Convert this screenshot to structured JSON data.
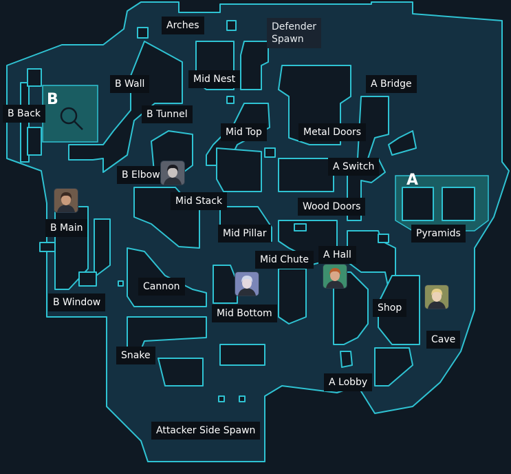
{
  "map": {
    "sites": [
      {
        "key": "b",
        "letter": "B"
      },
      {
        "key": "a",
        "letter": "A"
      }
    ],
    "callouts": [
      {
        "key": "arches",
        "label": "Arches"
      },
      {
        "key": "defender-spawn",
        "label": "Defender\nSpawn"
      },
      {
        "key": "b-wall",
        "label": "B Wall"
      },
      {
        "key": "mid-nest",
        "label": "Mid Nest"
      },
      {
        "key": "a-bridge",
        "label": "A Bridge"
      },
      {
        "key": "b-back",
        "label": "B Back"
      },
      {
        "key": "b-tunnel",
        "label": "B Tunnel"
      },
      {
        "key": "mid-top",
        "label": "Mid Top"
      },
      {
        "key": "metal-doors",
        "label": "Metal Doors"
      },
      {
        "key": "a-switch",
        "label": "A Switch"
      },
      {
        "key": "b-elbow",
        "label": "B Elbow"
      },
      {
        "key": "mid-stack",
        "label": "Mid Stack"
      },
      {
        "key": "wood-doors",
        "label": "Wood Doors"
      },
      {
        "key": "b-main",
        "label": "B Main"
      },
      {
        "key": "mid-pillar",
        "label": "Mid Pillar"
      },
      {
        "key": "pyramids",
        "label": "Pyramids"
      },
      {
        "key": "mid-chute",
        "label": "Mid Chute"
      },
      {
        "key": "a-hall",
        "label": "A Hall"
      },
      {
        "key": "cannon",
        "label": "Cannon"
      },
      {
        "key": "b-window",
        "label": "B Window"
      },
      {
        "key": "shop",
        "label": "Shop"
      },
      {
        "key": "mid-bottom",
        "label": "Mid Bottom"
      },
      {
        "key": "cave",
        "label": "Cave"
      },
      {
        "key": "snake",
        "label": "Snake"
      },
      {
        "key": "a-lobby",
        "label": "A Lobby"
      },
      {
        "key": "attacker-side-spawn",
        "label": "Attacker Side Spawn"
      }
    ],
    "agents": [
      {
        "key": "b-elbow",
        "icon": "agent-portrait-icon",
        "skin": "#c9c2c0",
        "hair": "#1c1c22",
        "accent": "#5a5f6a"
      },
      {
        "key": "b-main",
        "icon": "agent-portrait-icon",
        "skin": "#c99b7c",
        "hair": "#3b2a22",
        "accent": "#6e5a4a"
      },
      {
        "key": "mid-bottom",
        "icon": "agent-portrait-icon",
        "skin": "#e3d8df",
        "hair": "#cfd6ea",
        "accent": "#7b86b8"
      },
      {
        "key": "a-hall",
        "icon": "agent-portrait-icon",
        "skin": "#d8a78a",
        "hair": "#b85c2c",
        "accent": "#3e8f6e"
      },
      {
        "key": "cave",
        "icon": "agent-portrait-icon",
        "skin": "#ead2b6",
        "hair": "#e6cf8a",
        "accent": "#8a8f5a"
      }
    ],
    "colors": {
      "background": "#0f1923",
      "floor": "#143041",
      "wall": "#2fc3d3",
      "site_fill": "#1a5d62",
      "obstacle": "#0f1923"
    }
  }
}
